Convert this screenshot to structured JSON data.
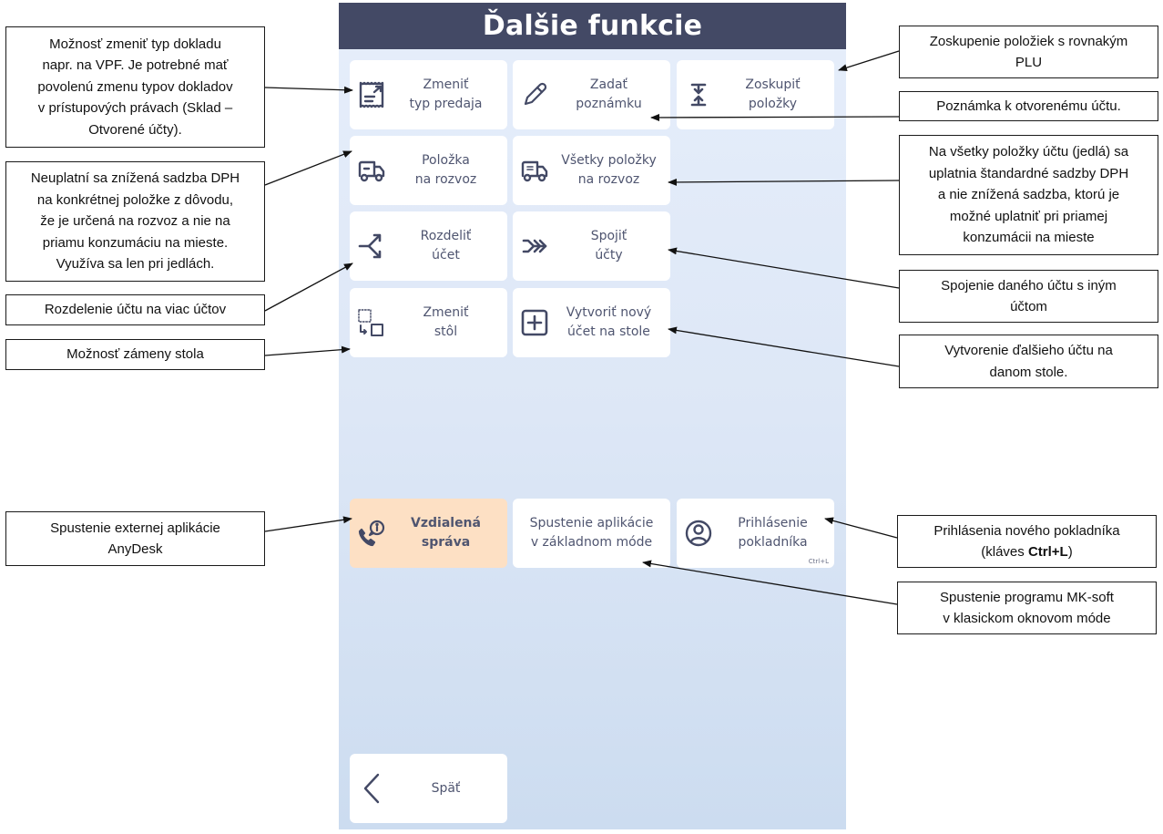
{
  "panel": {
    "title": "Ďalšie funkcie",
    "colors": {
      "header_bg": "#434965",
      "tile_text": "#4f5570",
      "highlight_bg": "#fde0c4",
      "panel_bg_top": "#e6eefb",
      "panel_bg_bottom": "#ccdcf0"
    },
    "tiles": {
      "change_sale_type": {
        "label": "Zmeniť\ntyp predaja",
        "icon": "receipt-icon"
      },
      "add_note": {
        "label": "Zadať\npoznámku",
        "icon": "pencil-icon"
      },
      "group_items": {
        "label": "Zoskupiť\npoložky",
        "icon": "collapse-vertical-icon"
      },
      "item_delivery": {
        "label": "Položka\nna rozvoz",
        "icon": "delivery-truck-icon"
      },
      "all_items_delivery": {
        "label": "Všetky položky\nna rozvoz",
        "icon": "delivery-truck-list-icon"
      },
      "split_bill": {
        "label": "Rozdeliť\núčet",
        "icon": "split-arrow-icon"
      },
      "merge_bills": {
        "label": "Spojiť\núčty",
        "icon": "merge-arrow-icon"
      },
      "change_table": {
        "label": "Zmeniť\nstôl",
        "icon": "move-table-icon"
      },
      "new_bill_on_table": {
        "label": "Vytvoriť nový\núčet na stole",
        "icon": "plus-square-icon"
      },
      "remote_support": {
        "label": "Vzdialená\nspráva",
        "icon": "phone-info-icon"
      },
      "basic_mode": {
        "label": "Spustenie aplikácie\nv základnom móde"
      },
      "cashier_login": {
        "label": "Prihlásenie\npokladníka",
        "icon": "user-circle-icon",
        "shortcut": "Ctrl+L"
      },
      "back": {
        "label": "Späť",
        "icon": "chevron-left-icon"
      }
    }
  },
  "annotations": {
    "change_sale_type": "Možnosť zmeniť typ dokladu\nnapr. na VPF. Je potrebné mať\npovolenú zmenu typov dokladov\nv prístupových právach (Sklad –\nOtvorené účty).",
    "item_delivery": "Neuplatní sa znížená sadzba DPH\nna konkrétnej položke z dôvodu,\nže je určená na rozvoz a nie na\npriamu konzumáciu na mieste.\nVyužíva sa len pri jedlách.",
    "split_bill": "Rozdelenie účtu na viac účtov",
    "change_table": "Možnosť zámeny stola",
    "remote_support": "Spustenie externej aplikácie\nAnyDesk",
    "group_items": "Zoskupenie položiek s rovnakým\nPLU",
    "add_note": "Poznámka k otvorenému účtu.",
    "all_items_delivery": "Na všetky položky účtu (jedlá) sa\nuplatnia  štandardné sadzby DPH\na nie znížená sadzba, ktorú je\nmožné uplatniť pri priamej\nkonzumácii na mieste",
    "merge_bills": "Spojenie daného účtu s iným\núčtom",
    "new_bill_on_table": "Vytvorenie ďalšieho účtu na\ndanom stole.",
    "cashier_login_prefix": "Prihlásenia nového pokladníka\n(kláves ",
    "cashier_login_key": "Ctrl+L",
    "cashier_login_suffix": ")",
    "basic_mode": "Spustenie programu MK-soft\nv klasickom oknovom móde"
  }
}
